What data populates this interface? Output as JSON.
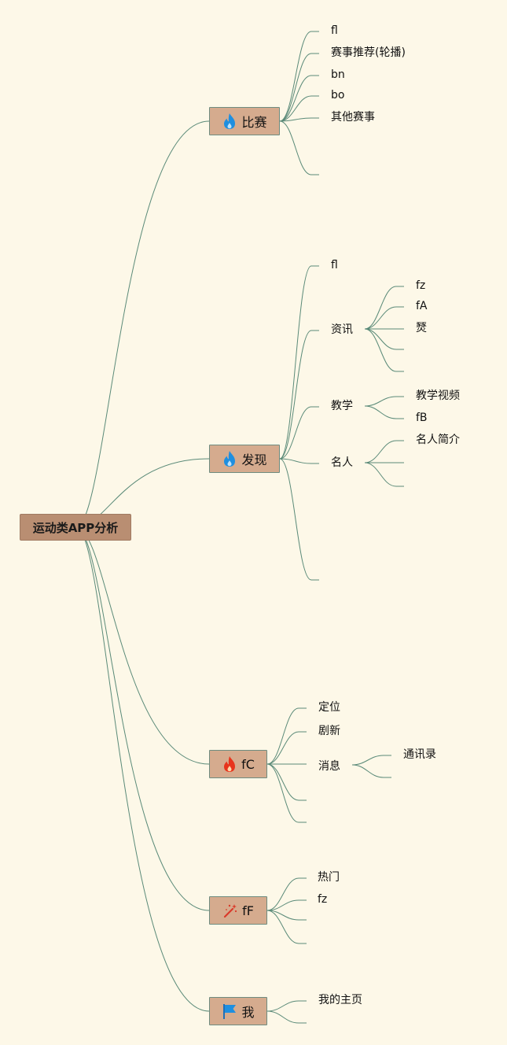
{
  "root": {
    "label": "运动类APP分析"
  },
  "branches": [
    {
      "label": "比赛",
      "icon": "fire-blue-icon",
      "children": [
        "fl",
        "赛事推荐(轮播)",
        "bn",
        "bo",
        "其他赛事",
        ""
      ]
    },
    {
      "label": "发现",
      "icon": "fire-blue-icon",
      "children": [
        "fl",
        "资讯",
        "教学",
        "名人",
        ""
      ],
      "sub": {
        "资讯": [
          "fz",
          "fA",
          "燹",
          "",
          ""
        ],
        "教学": [
          "教学视频",
          "fB"
        ],
        "名人": [
          "名人简介",
          "",
          ""
        ]
      }
    },
    {
      "label": "fC",
      "icon": "fire-red-icon",
      "children": [
        "定位",
        "剧新",
        "消息",
        "",
        ""
      ],
      "sub": {
        "消息": [
          "通讯录",
          ""
        ]
      }
    },
    {
      "label": "fF",
      "icon": "magic-wand-icon",
      "children": [
        "热门",
        "fz",
        "",
        ""
      ]
    },
    {
      "label": "我",
      "icon": "flag-icon",
      "children": [
        "我的主页",
        ""
      ]
    }
  ],
  "colors": {
    "background": "#fdf8e8",
    "root_fill": "#b98e72",
    "branch_fill": "#d5ab8e",
    "edge": "#5a8a78",
    "fire_blue": "#1e8fe0",
    "fire_red": "#e8341c",
    "wand_red": "#d93a2a",
    "flag_blue": "#1e8fe0"
  }
}
